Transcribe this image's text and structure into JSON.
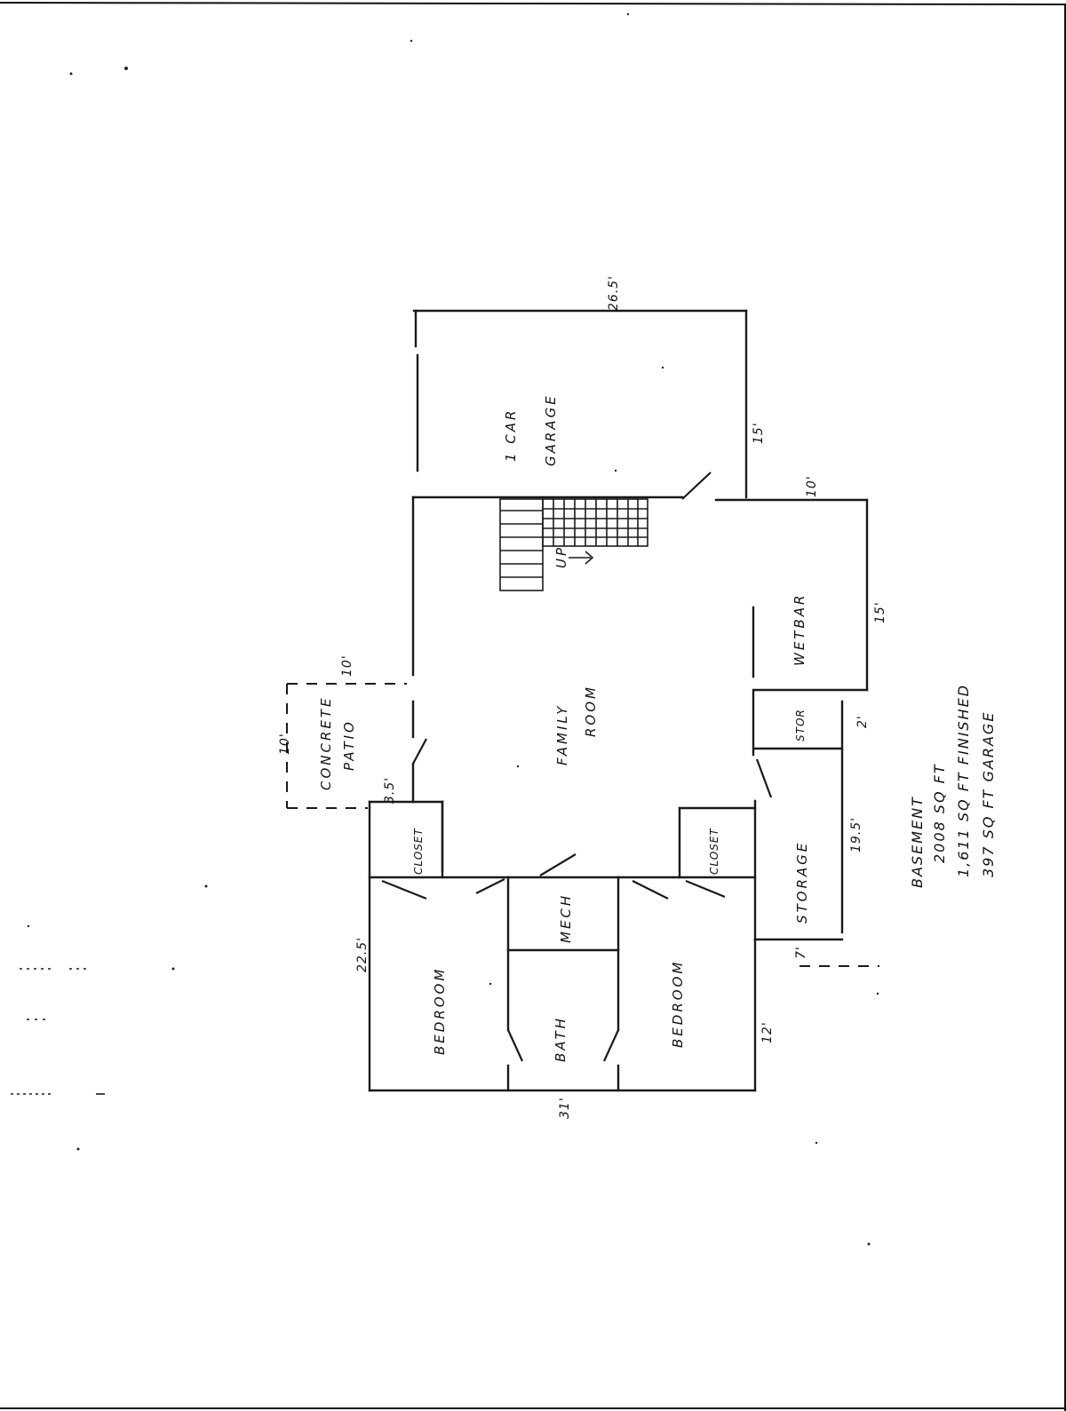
{
  "rooms": {
    "garage_line1": "1 CAR",
    "garage_line2": "GARAGE",
    "family_line1": "FAMILY",
    "family_line2": "ROOM",
    "wetbar": "WETBAR",
    "patio_line1": "CONCRETE",
    "patio_line2": "PATIO",
    "closet_left": "CLOSET",
    "closet_right": "CLOSET",
    "mech": "MECH",
    "bath": "BATH",
    "bedroom_left": "BEDROOM",
    "bedroom_right": "BEDROOM",
    "storage": "STORAGE",
    "stor": "STOR",
    "stairs_up": "UP"
  },
  "dimensions": {
    "top_width": "26.5'",
    "garage_depth": "15'",
    "bar_offset": "10'",
    "bar_depth": "15'",
    "patio_width": "10'",
    "patio_depth": "10'",
    "step_patio": "3.5'",
    "left_side": "22.5'",
    "bottom_width": "31'",
    "bedroom_right": "12'",
    "storage_len": "19.5'",
    "stor_len": "2'",
    "storage_offset": "7'"
  },
  "summary": {
    "line1": "BASEMENT",
    "line2": "2008 SQ FT",
    "line3": "1,611 SQ FT FINISHED",
    "line4": "397 SQ FT GARAGE"
  }
}
